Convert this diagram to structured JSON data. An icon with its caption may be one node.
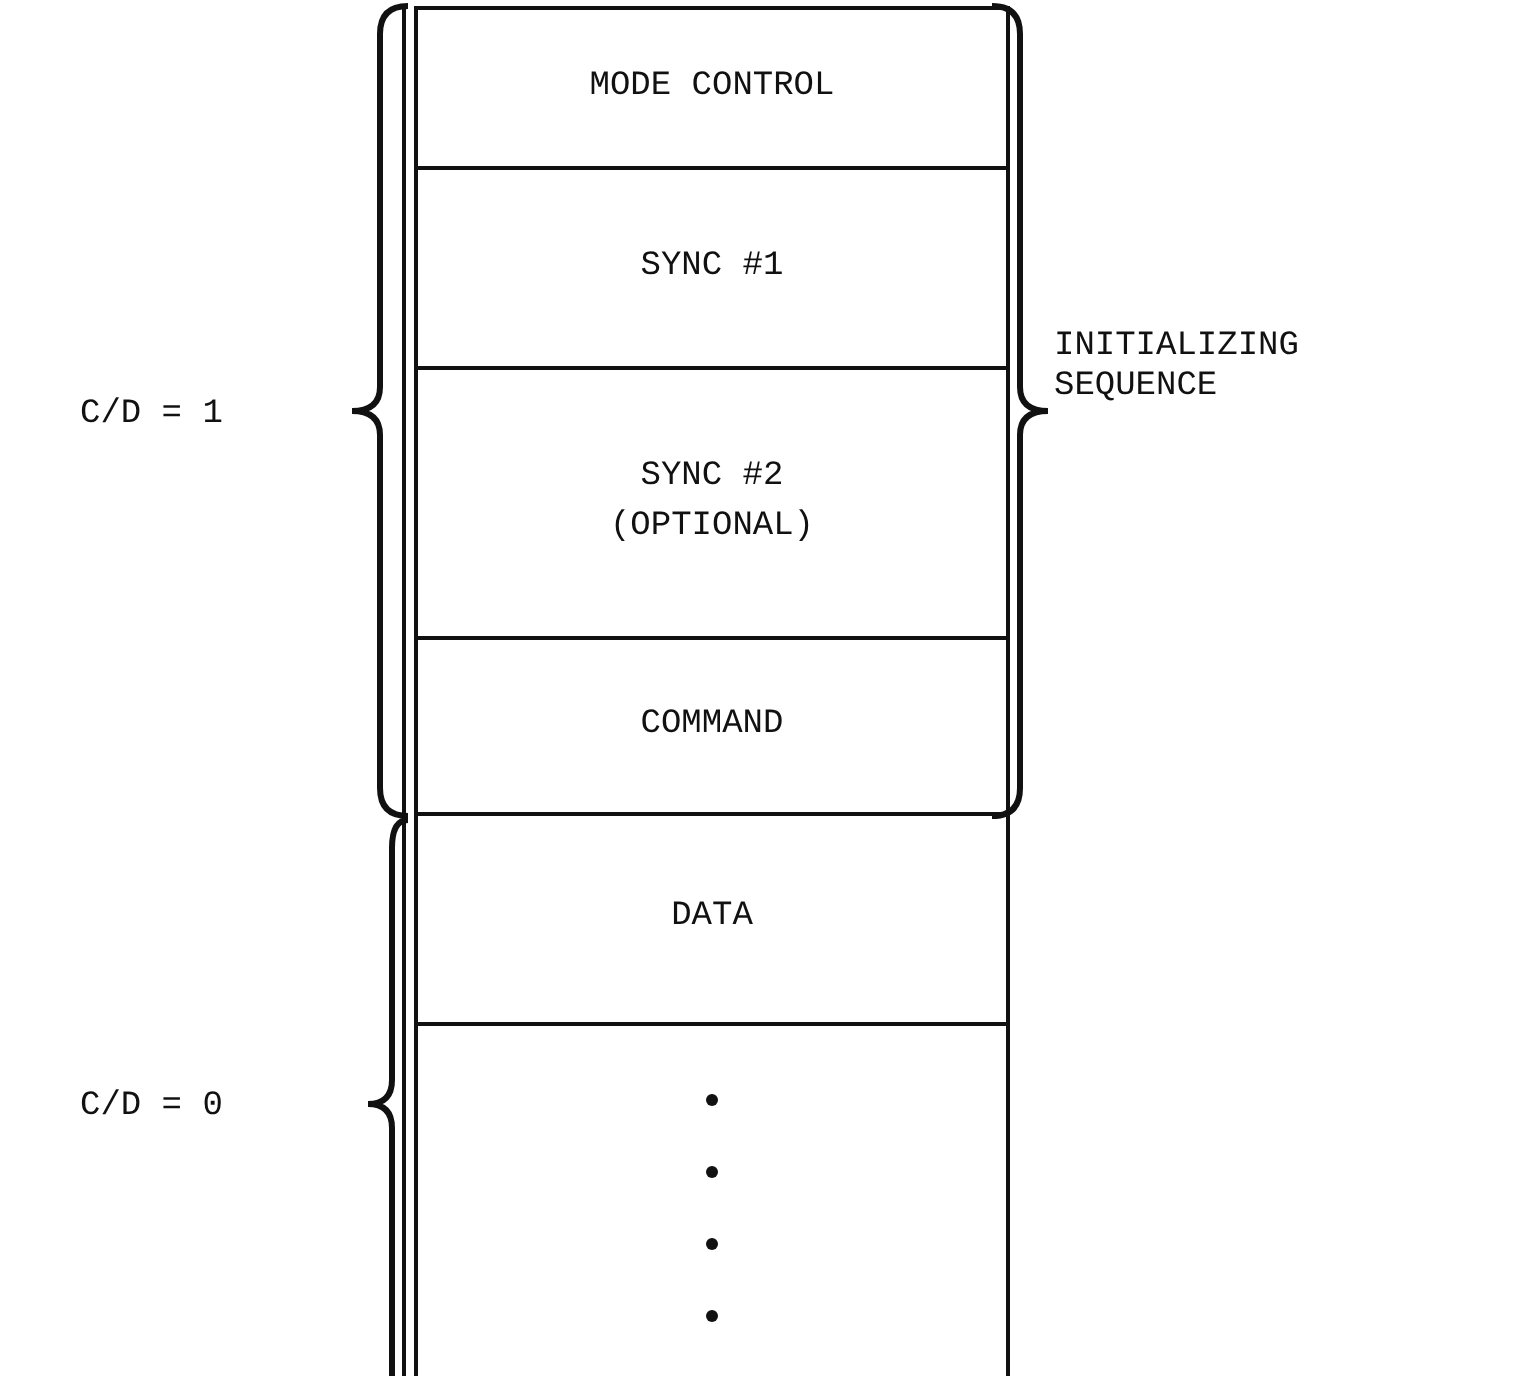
{
  "diagram": {
    "nodes": [
      {
        "text": [
          "MODE CONTROL"
        ]
      },
      {
        "text": [
          "SYNC #1"
        ]
      },
      {
        "text": [
          "SYNC #2 (OPTIONAL)"
        ]
      },
      {
        "text": [
          "COMMAND"
        ]
      },
      {
        "text": [
          "DATA"
        ]
      },
      {
        "text": [],
        "shape": "box"
      }
    ],
    "edges": [],
    "labels": [
      "C/D = 1",
      "INITIALIZING SEQUENCE",
      "C/D = 0"
    ]
  }
}
